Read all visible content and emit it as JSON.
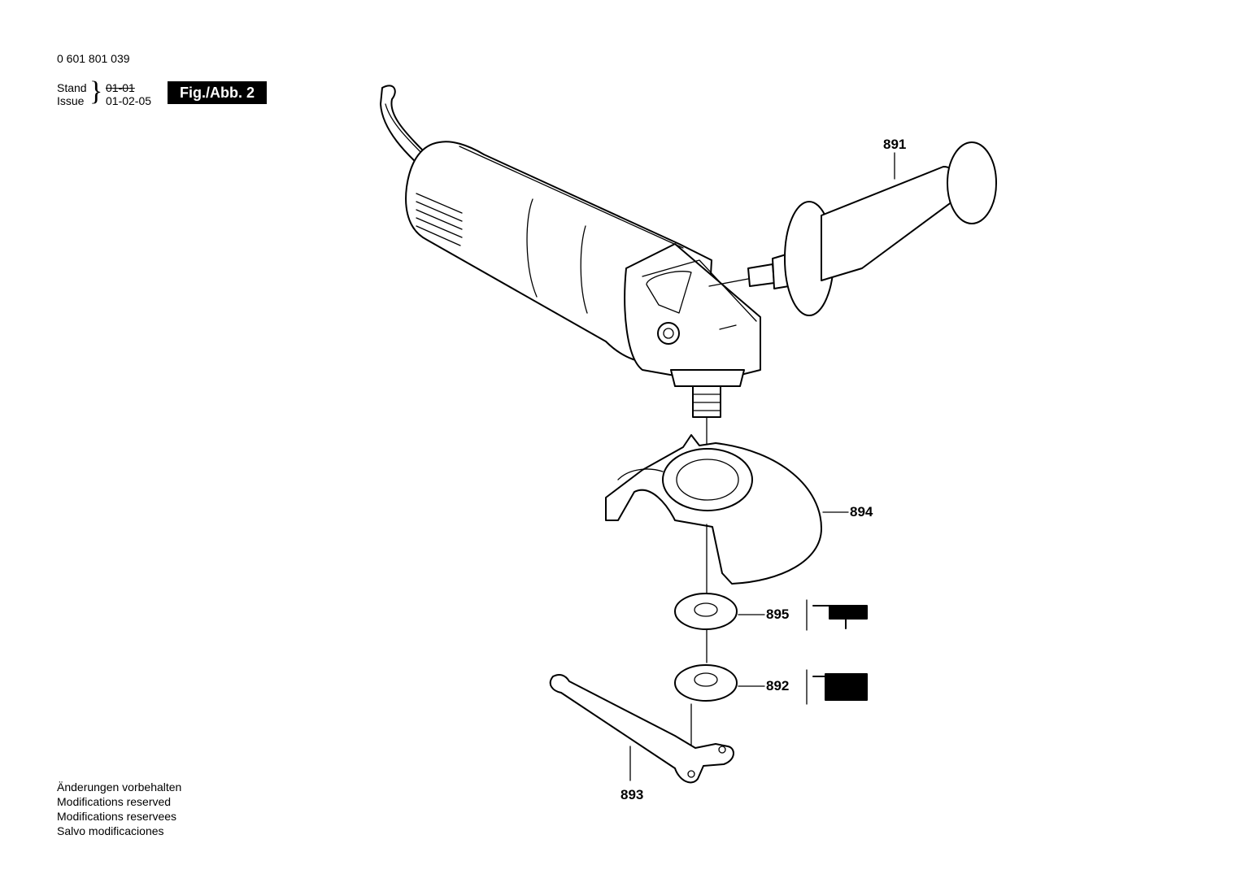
{
  "header": {
    "part_number": "0 601 801 039",
    "stand_label": "Stand",
    "issue_label": "Issue",
    "stand_date": "01-01",
    "issue_date": "01-02-05",
    "figure": "Fig./Abb. 2"
  },
  "callouts": {
    "side_handle": "891",
    "guard": "894",
    "flange": "895",
    "clamping_nut": "892",
    "spanner": "893"
  },
  "footer": {
    "line1": "Änderungen vorbehalten",
    "line2": "Modifications reserved",
    "line3": "Modifications reservees",
    "line4": "Salvo modificaciones"
  }
}
